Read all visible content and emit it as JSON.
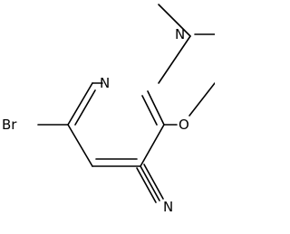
{
  "molecule": {
    "atoms": {
      "br": "Br",
      "n_ring": "N",
      "o": "O",
      "n_amine": "N",
      "n_nitrile": "N"
    }
  }
}
